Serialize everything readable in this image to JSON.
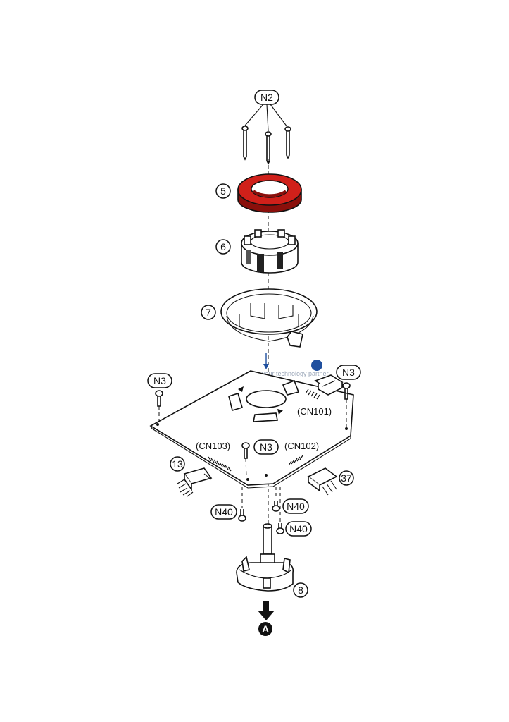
{
  "labels": {
    "n2": "N2",
    "part5": "5",
    "part6": "6",
    "part7": "7",
    "n3_left": "N3",
    "n3_right": "N3",
    "n3_center": "N3",
    "cn101": "(CN101)",
    "cn103": "(CN103)",
    "cn102": "(CN102)",
    "part13": "13",
    "part37": "37",
    "n40_left": "N40",
    "n40_right_top": "N40",
    "n40_right_bottom": "N40",
    "part8": "8",
    "arrow_a": "A",
    "watermark": "your technology partner"
  },
  "colors": {
    "highlight_ring": "#d0201a",
    "highlight_dark": "#8a0f0b",
    "line": "#111111",
    "watermark": "#9aa6b8",
    "watermark_logo": "#1f4f9e"
  }
}
